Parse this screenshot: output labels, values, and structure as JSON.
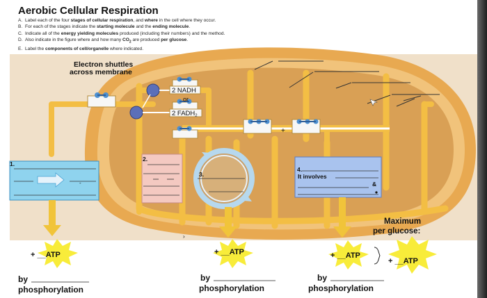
{
  "title": "Aerobic Cellular Respiration",
  "instructions": [
    {
      "letter": "A.",
      "parts": [
        {
          "t": "Label each of the four ",
          "b": false
        },
        {
          "t": "stages of cellular respiration",
          "b": true
        },
        {
          "t": ", and ",
          "b": false
        },
        {
          "t": "where",
          "b": true
        },
        {
          "t": " in the cell where they occur.",
          "b": false
        }
      ]
    },
    {
      "letter": "B.",
      "parts": [
        {
          "t": "For each of the stages indicate the ",
          "b": false
        },
        {
          "t": "starting molecule",
          "b": true
        },
        {
          "t": " and the ",
          "b": false
        },
        {
          "t": "ending molecule",
          "b": true
        },
        {
          "t": ".",
          "b": false
        }
      ]
    },
    {
      "letter": "C.",
      "parts": [
        {
          "t": "Indicate all of the ",
          "b": false
        },
        {
          "t": "energy yielding molecules",
          "b": true
        },
        {
          "t": " produced (including their numbers) and the method.",
          "b": false
        }
      ]
    },
    {
      "letter": "D.",
      "parts": [
        {
          "t": "Also indicate in the figure where and how many ",
          "b": false
        },
        {
          "t": "CO",
          "b": true
        },
        {
          "t": "2",
          "b": true,
          "sub": true
        },
        {
          "t": " are produced ",
          "b": false
        },
        {
          "t": "per glucose",
          "b": true
        },
        {
          "t": ".",
          "b": false
        }
      ]
    },
    {
      "letter": "E.",
      "parts": [
        {
          "t": "Label the ",
          "b": false
        },
        {
          "t": "components of cell/organelle",
          "b": true
        },
        {
          "t": " where indicated.",
          "b": false
        }
      ]
    }
  ],
  "diagram": {
    "shuttle_label_line1": "Electron shuttles",
    "shuttle_label_line2": "across membrane",
    "nadh_label": "2 NADH",
    "or_label": "or",
    "fadh2_label": "2 FADH",
    "fadh2_sub": "2",
    "plus_sign": "+",
    "stage1_number": "1.",
    "stage2_number": "2.",
    "stage3_number": "3.",
    "stage4_number": "4.",
    "stage4_involves": "It involves",
    "stage4_ampersand": "&",
    "maximum_line1": "Maximum",
    "maximum_line2": "per glucose:",
    "atp_blank": "+ __ATP",
    "atp_blank_3": "+ __ATP",
    "atp_label": "ATP",
    "atp_max": "+ __ATP",
    "by_label": "by",
    "phosphorylation_label": "phosphorylation",
    "colors": {
      "cytoplasm": "#f0e0c9",
      "mito_outer": "#e8a951",
      "mito_matrix": "#d9a055",
      "membrane_pipe": "#f3be44",
      "arrow_yellow": "#f1c43a",
      "starburst": "#f8ec3a",
      "glycolysis_box": "#8fd3ee",
      "pyruvate_box": "#f4c9c1",
      "etc_box": "#a9c3ee",
      "krebs_ring": "#b6d8ee",
      "electron_carrier": "#5b6fb9"
    }
  }
}
